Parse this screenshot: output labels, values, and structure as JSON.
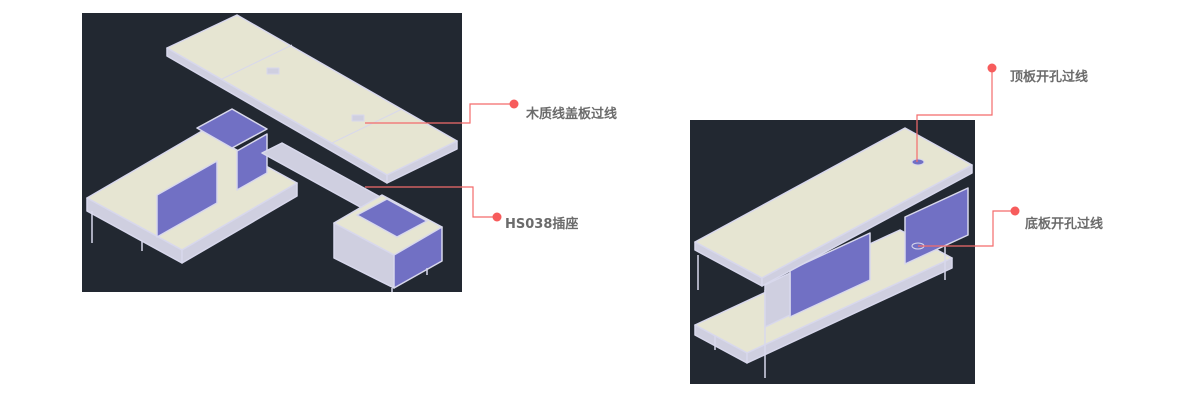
{
  "callouts": {
    "wood_cover": "木质线盖板过线",
    "socket": "HS038插座",
    "top_hole": "顶板开孔过线",
    "bottom_hole": "底板开孔过线"
  },
  "colors": {
    "background": "#222831",
    "panel_top": "#e6e5d2",
    "cabinet": "#7170c4",
    "edge": "#d8d8ec",
    "leader": "#f36b6b"
  },
  "icons": {
    "callout_dot": "red-dot"
  }
}
